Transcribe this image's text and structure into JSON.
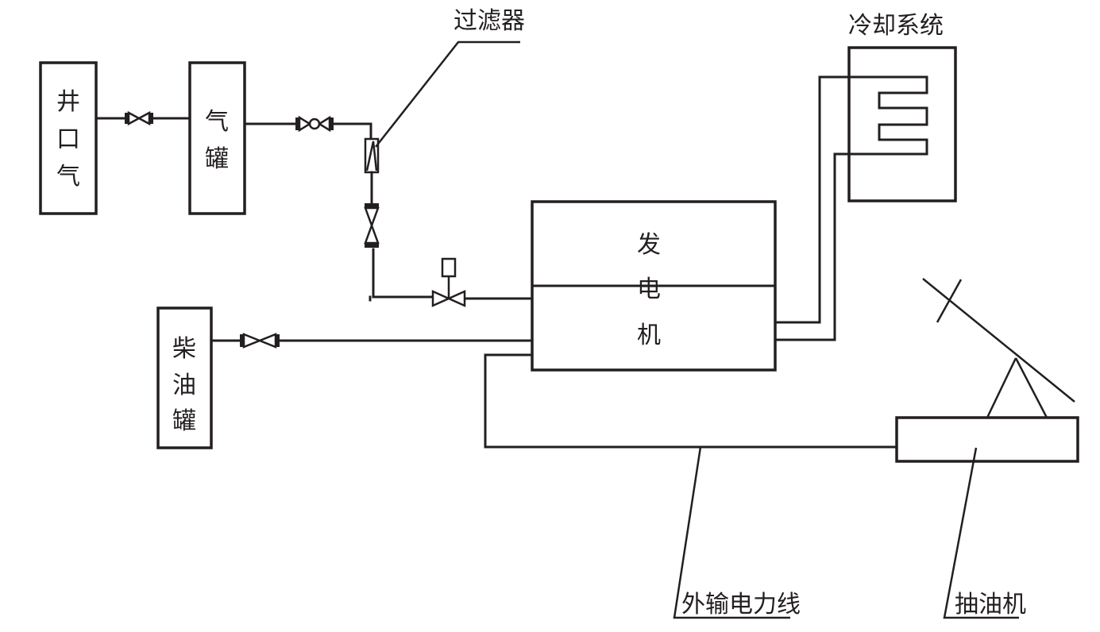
{
  "diagram": {
    "type": "process-flow-schematic",
    "components": {
      "wellhead_gas": {
        "label": "井口气",
        "chars": [
          "井",
          "口",
          "气"
        ]
      },
      "gas_tank": {
        "label": "气罐",
        "chars": [
          "气",
          "罐"
        ]
      },
      "filter": {
        "label": "过滤器"
      },
      "generator": {
        "label": "发电机",
        "chars": [
          "发",
          "电",
          "机"
        ]
      },
      "cooling_system": {
        "label": "冷却系统"
      },
      "diesel_tank": {
        "label": "柴油罐",
        "chars": [
          "柴",
          "油",
          "罐"
        ]
      },
      "power_line": {
        "label": "外输电力线"
      },
      "pump_jack": {
        "label": "抽油机"
      }
    },
    "valves": [
      {
        "id": "valve-wellhead-to-tank",
        "kind": "gate-valve",
        "between": [
          "井口气",
          "气罐"
        ]
      },
      {
        "id": "valve-tank-outlet",
        "kind": "ball-valve",
        "between": [
          "气罐",
          "过滤器"
        ]
      },
      {
        "id": "valve-after-filter",
        "kind": "gate-valve",
        "between": [
          "过滤器",
          "发电机"
        ]
      },
      {
        "id": "valve-solenoid",
        "kind": "solenoid-valve",
        "between": [
          "过滤器",
          "发电机"
        ]
      },
      {
        "id": "valve-diesel",
        "kind": "gate-valve",
        "between": [
          "柴油罐",
          "发电机"
        ]
      }
    ],
    "connections": [
      [
        "井口气",
        "气罐"
      ],
      [
        "气罐",
        "过滤器"
      ],
      [
        "过滤器",
        "发电机"
      ],
      [
        "柴油罐",
        "发电机"
      ],
      [
        "发电机",
        "冷却系统"
      ],
      [
        "发电机",
        "抽油机"
      ]
    ]
  }
}
